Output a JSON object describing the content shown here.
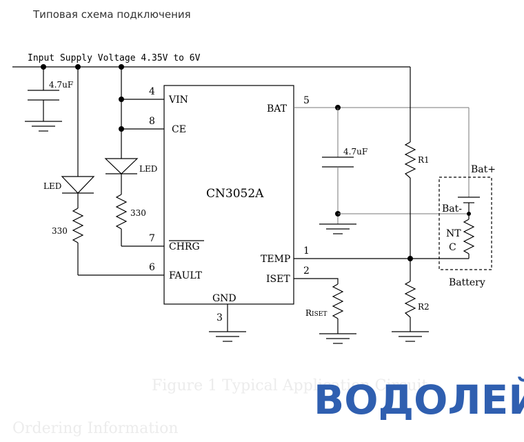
{
  "heading": "Типовая схема подключения",
  "supply_label": "Input Supply Voltage 4.35V to 6V",
  "chip": {
    "name": "CN3052A",
    "pins": {
      "vin": {
        "label": "VIN",
        "number": "4"
      },
      "ce": {
        "label": "CE",
        "number": "8"
      },
      "chrg": {
        "label": "CHRG",
        "number": "7"
      },
      "fault": {
        "label": "FAULT",
        "number": "6"
      },
      "gnd": {
        "label": "GND",
        "number": "3"
      },
      "bat": {
        "label": "BAT",
        "number": "5"
      },
      "temp": {
        "label": "TEMP",
        "number": "1"
      },
      "iset": {
        "label": "ISET",
        "number": "2"
      }
    }
  },
  "components": {
    "cap_in": "4.7uF",
    "cap_out": "4.7uF",
    "led": "LED",
    "res_330": "330",
    "r1": "R1",
    "r2": "R2",
    "rset_prefix": "R",
    "rset_sub": "ISET"
  },
  "battery": {
    "plus": "Bat+",
    "minus": "Bat-",
    "ntc_top": "NT",
    "ntc_bottom": "C",
    "label": "Battery"
  },
  "watermark": {
    "logo": "ВОДОЛЕЙ",
    "faded_caption": "Figure 1   Typical Application Circuit",
    "faded_heading": "Ordering Information"
  }
}
